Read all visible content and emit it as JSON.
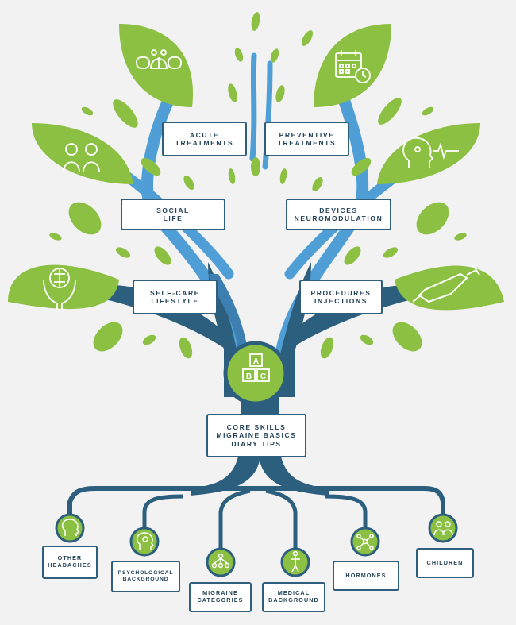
{
  "colors": {
    "leaf": "#8cc043",
    "trunk_dark": "#2c5f7e",
    "trunk_light": "#4f9fd6",
    "border": "#2f5f7c",
    "background": "#f2f2f2"
  },
  "branches": [
    {
      "line1": "ACUTE",
      "line2": "TREATMENTS",
      "icon": "brain-pills-icon"
    },
    {
      "line1": "PREVENTIVE",
      "line2": "TREATMENTS",
      "icon": "calendar-clock-icon"
    },
    {
      "line1": "SOCIAL",
      "line2": "LIFE",
      "icon": "people-icon"
    },
    {
      "line1": "DEVICES",
      "line2": "NEUROMODULATION",
      "icon": "head-signal-icon"
    },
    {
      "line1": "SELF-CARE",
      "line2": "LIFESTYLE",
      "icon": "hands-brain-icon"
    },
    {
      "line1": "PROCEDURES",
      "line2": "INJECTIONS",
      "icon": "syringe-icon"
    }
  ],
  "core": {
    "icon": "abc-blocks-icon",
    "line1": "CORE SKILLS",
    "line2": "MIGRAINE BASICS",
    "line3": "DIARY TIPS"
  },
  "roots": [
    {
      "line1": "OTHER",
      "line2": "HEADACHES",
      "icon": "head-brain-icon"
    },
    {
      "line1": "PSYCHOLOGICAL",
      "line2": "BACKGROUND",
      "icon": "head-bulb-icon"
    },
    {
      "line1": "MIGRAINE",
      "line2": "CATEGORIES",
      "icon": "hierarchy-icon"
    },
    {
      "line1": "MEDICAL",
      "line2": "BACKGROUND",
      "icon": "body-icon"
    },
    {
      "line1": "HORMONES",
      "line2": "",
      "icon": "molecule-icon"
    },
    {
      "line1": "CHILDREN",
      "line2": "",
      "icon": "children-icon"
    }
  ]
}
